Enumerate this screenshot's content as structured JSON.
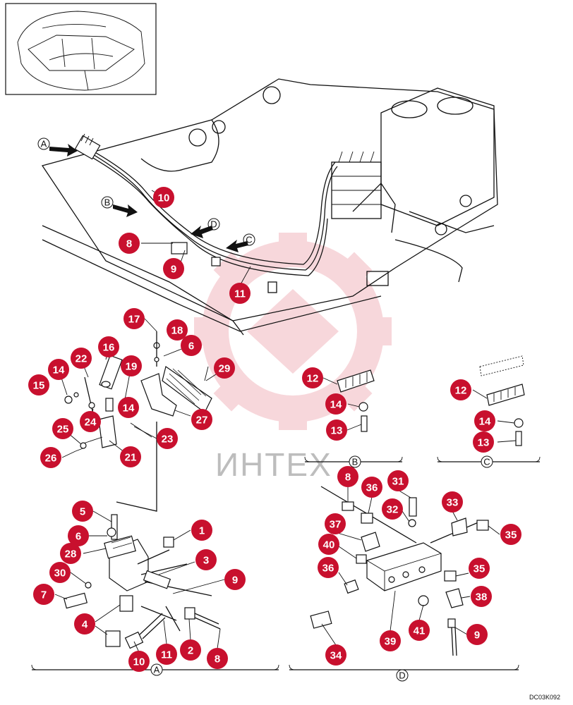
{
  "diagram_code": "DC03K092",
  "watermark_text": "ИНТЕХ",
  "watermark_color": "#f2b8bf",
  "callout_color": "#c8102e",
  "view_labels": {
    "A_arrow": "A",
    "B_arrow": "B",
    "C_arrow": "C",
    "D_arrow": "D",
    "B_view": "B",
    "C_view": "C",
    "A_view": "A",
    "D_view": "D"
  },
  "callouts": [
    {
      "id": "c10a",
      "n": "10"
    },
    {
      "id": "c8a",
      "n": "8"
    },
    {
      "id": "c9a",
      "n": "9"
    },
    {
      "id": "c11a",
      "n": "11"
    },
    {
      "id": "c17",
      "n": "17"
    },
    {
      "id": "c18",
      "n": "18"
    },
    {
      "id": "c6a",
      "n": "6"
    },
    {
      "id": "c16",
      "n": "16"
    },
    {
      "id": "c22",
      "n": "22"
    },
    {
      "id": "c14a",
      "n": "14"
    },
    {
      "id": "c15",
      "n": "15"
    },
    {
      "id": "c19",
      "n": "19"
    },
    {
      "id": "c29",
      "n": "29"
    },
    {
      "id": "c14b",
      "n": "14"
    },
    {
      "id": "c24",
      "n": "24"
    },
    {
      "id": "c27",
      "n": "27"
    },
    {
      "id": "c25",
      "n": "25"
    },
    {
      "id": "c23",
      "n": "23"
    },
    {
      "id": "c26",
      "n": "26"
    },
    {
      "id": "c21",
      "n": "21"
    },
    {
      "id": "c12b",
      "n": "12"
    },
    {
      "id": "c14c",
      "n": "14"
    },
    {
      "id": "c13b",
      "n": "13"
    },
    {
      "id": "c12c",
      "n": "12"
    },
    {
      "id": "c14d",
      "n": "14"
    },
    {
      "id": "c13c",
      "n": "13"
    },
    {
      "id": "c5",
      "n": "5"
    },
    {
      "id": "c1",
      "n": "1"
    },
    {
      "id": "c6b",
      "n": "6"
    },
    {
      "id": "c28",
      "n": "28"
    },
    {
      "id": "c3",
      "n": "3"
    },
    {
      "id": "c30",
      "n": "30"
    },
    {
      "id": "c9b",
      "n": "9"
    },
    {
      "id": "c7",
      "n": "7"
    },
    {
      "id": "c4",
      "n": "4"
    },
    {
      "id": "c2",
      "n": "2"
    },
    {
      "id": "c10b",
      "n": "10"
    },
    {
      "id": "c11b",
      "n": "11"
    },
    {
      "id": "c8b",
      "n": "8"
    },
    {
      "id": "c8d",
      "n": "8"
    },
    {
      "id": "c36a",
      "n": "36"
    },
    {
      "id": "c31",
      "n": "31"
    },
    {
      "id": "c32",
      "n": "32"
    },
    {
      "id": "c33",
      "n": "33"
    },
    {
      "id": "c37",
      "n": "37"
    },
    {
      "id": "c35a",
      "n": "35"
    },
    {
      "id": "c40",
      "n": "40"
    },
    {
      "id": "c36b",
      "n": "36"
    },
    {
      "id": "c35b",
      "n": "35"
    },
    {
      "id": "c38",
      "n": "38"
    },
    {
      "id": "c34",
      "n": "34"
    },
    {
      "id": "c39",
      "n": "39"
    },
    {
      "id": "c41",
      "n": "41"
    },
    {
      "id": "c9d",
      "n": "9"
    }
  ]
}
